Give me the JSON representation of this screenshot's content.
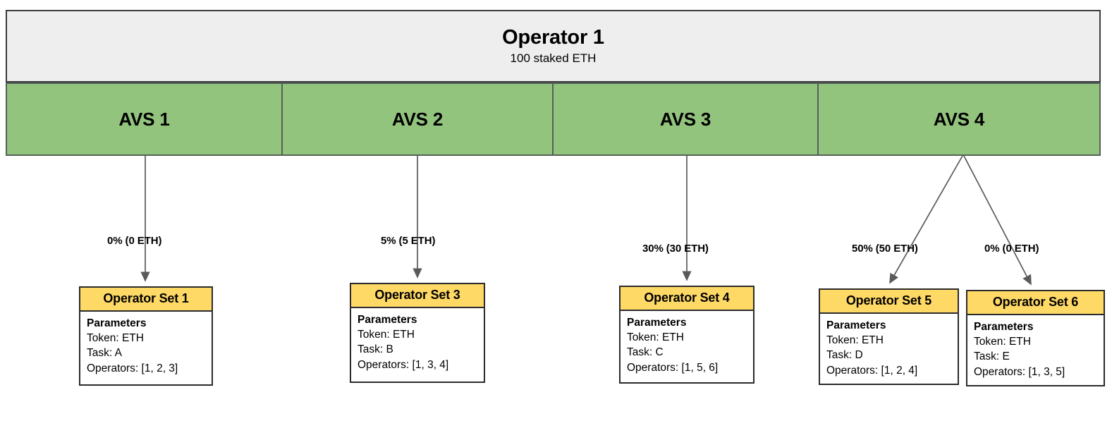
{
  "diagram": {
    "operator": {
      "title": "Operator 1",
      "subtitle": "100 staked ETH"
    },
    "avs": [
      {
        "label": "AVS 1"
      },
      {
        "label": "AVS 2"
      },
      {
        "label": "AVS 3"
      },
      {
        "label": "AVS 4"
      }
    ],
    "edges": [
      {
        "label": "0% (0 ETH)",
        "from": "AVS 1",
        "to": "Operator Set 1",
        "percent": 0,
        "eth": 0
      },
      {
        "label": "5% (5 ETH)",
        "from": "AVS 2",
        "to": "Operator Set 3",
        "percent": 5,
        "eth": 5
      },
      {
        "label": "30% (30 ETH)",
        "from": "AVS 3",
        "to": "Operator Set 4",
        "percent": 30,
        "eth": 30
      },
      {
        "label": "50% (50 ETH)",
        "from": "AVS 4",
        "to": "Operator Set 5",
        "percent": 50,
        "eth": 50
      },
      {
        "label": "0% (0 ETH)",
        "from": "AVS 4",
        "to": "Operator Set 6",
        "percent": 0,
        "eth": 0
      }
    ],
    "operator_sets": [
      {
        "title": "Operator Set 1",
        "params_heading": "Parameters",
        "token": "Token: ETH",
        "task": "Task: A",
        "operators": "Operators: [1, 2, 3]"
      },
      {
        "title": "Operator Set 3",
        "params_heading": "Parameters",
        "token": "Token: ETH",
        "task": "Task: B",
        "operators": "Operators: [1, 3, 4]"
      },
      {
        "title": "Operator Set 4",
        "params_heading": "Parameters",
        "token": "Token: ETH",
        "task": "Task: C",
        "operators": "Operators: [1, 5, 6]"
      },
      {
        "title": "Operator Set 5",
        "params_heading": "Parameters",
        "token": "Token: ETH",
        "task": "Task: D",
        "operators": "Operators: [1, 2, 4]"
      },
      {
        "title": "Operator Set 6",
        "params_heading": "Parameters",
        "token": "Token: ETH",
        "task": "Task: E",
        "operators": "Operators: [1, 3, 5]"
      }
    ],
    "colors": {
      "operator_fill": "#eeeeee",
      "avs_fill": "#93c47d",
      "opset_header_fill": "#ffd966",
      "border": "#2b2b2b",
      "connector": "#5a5a5a"
    }
  }
}
